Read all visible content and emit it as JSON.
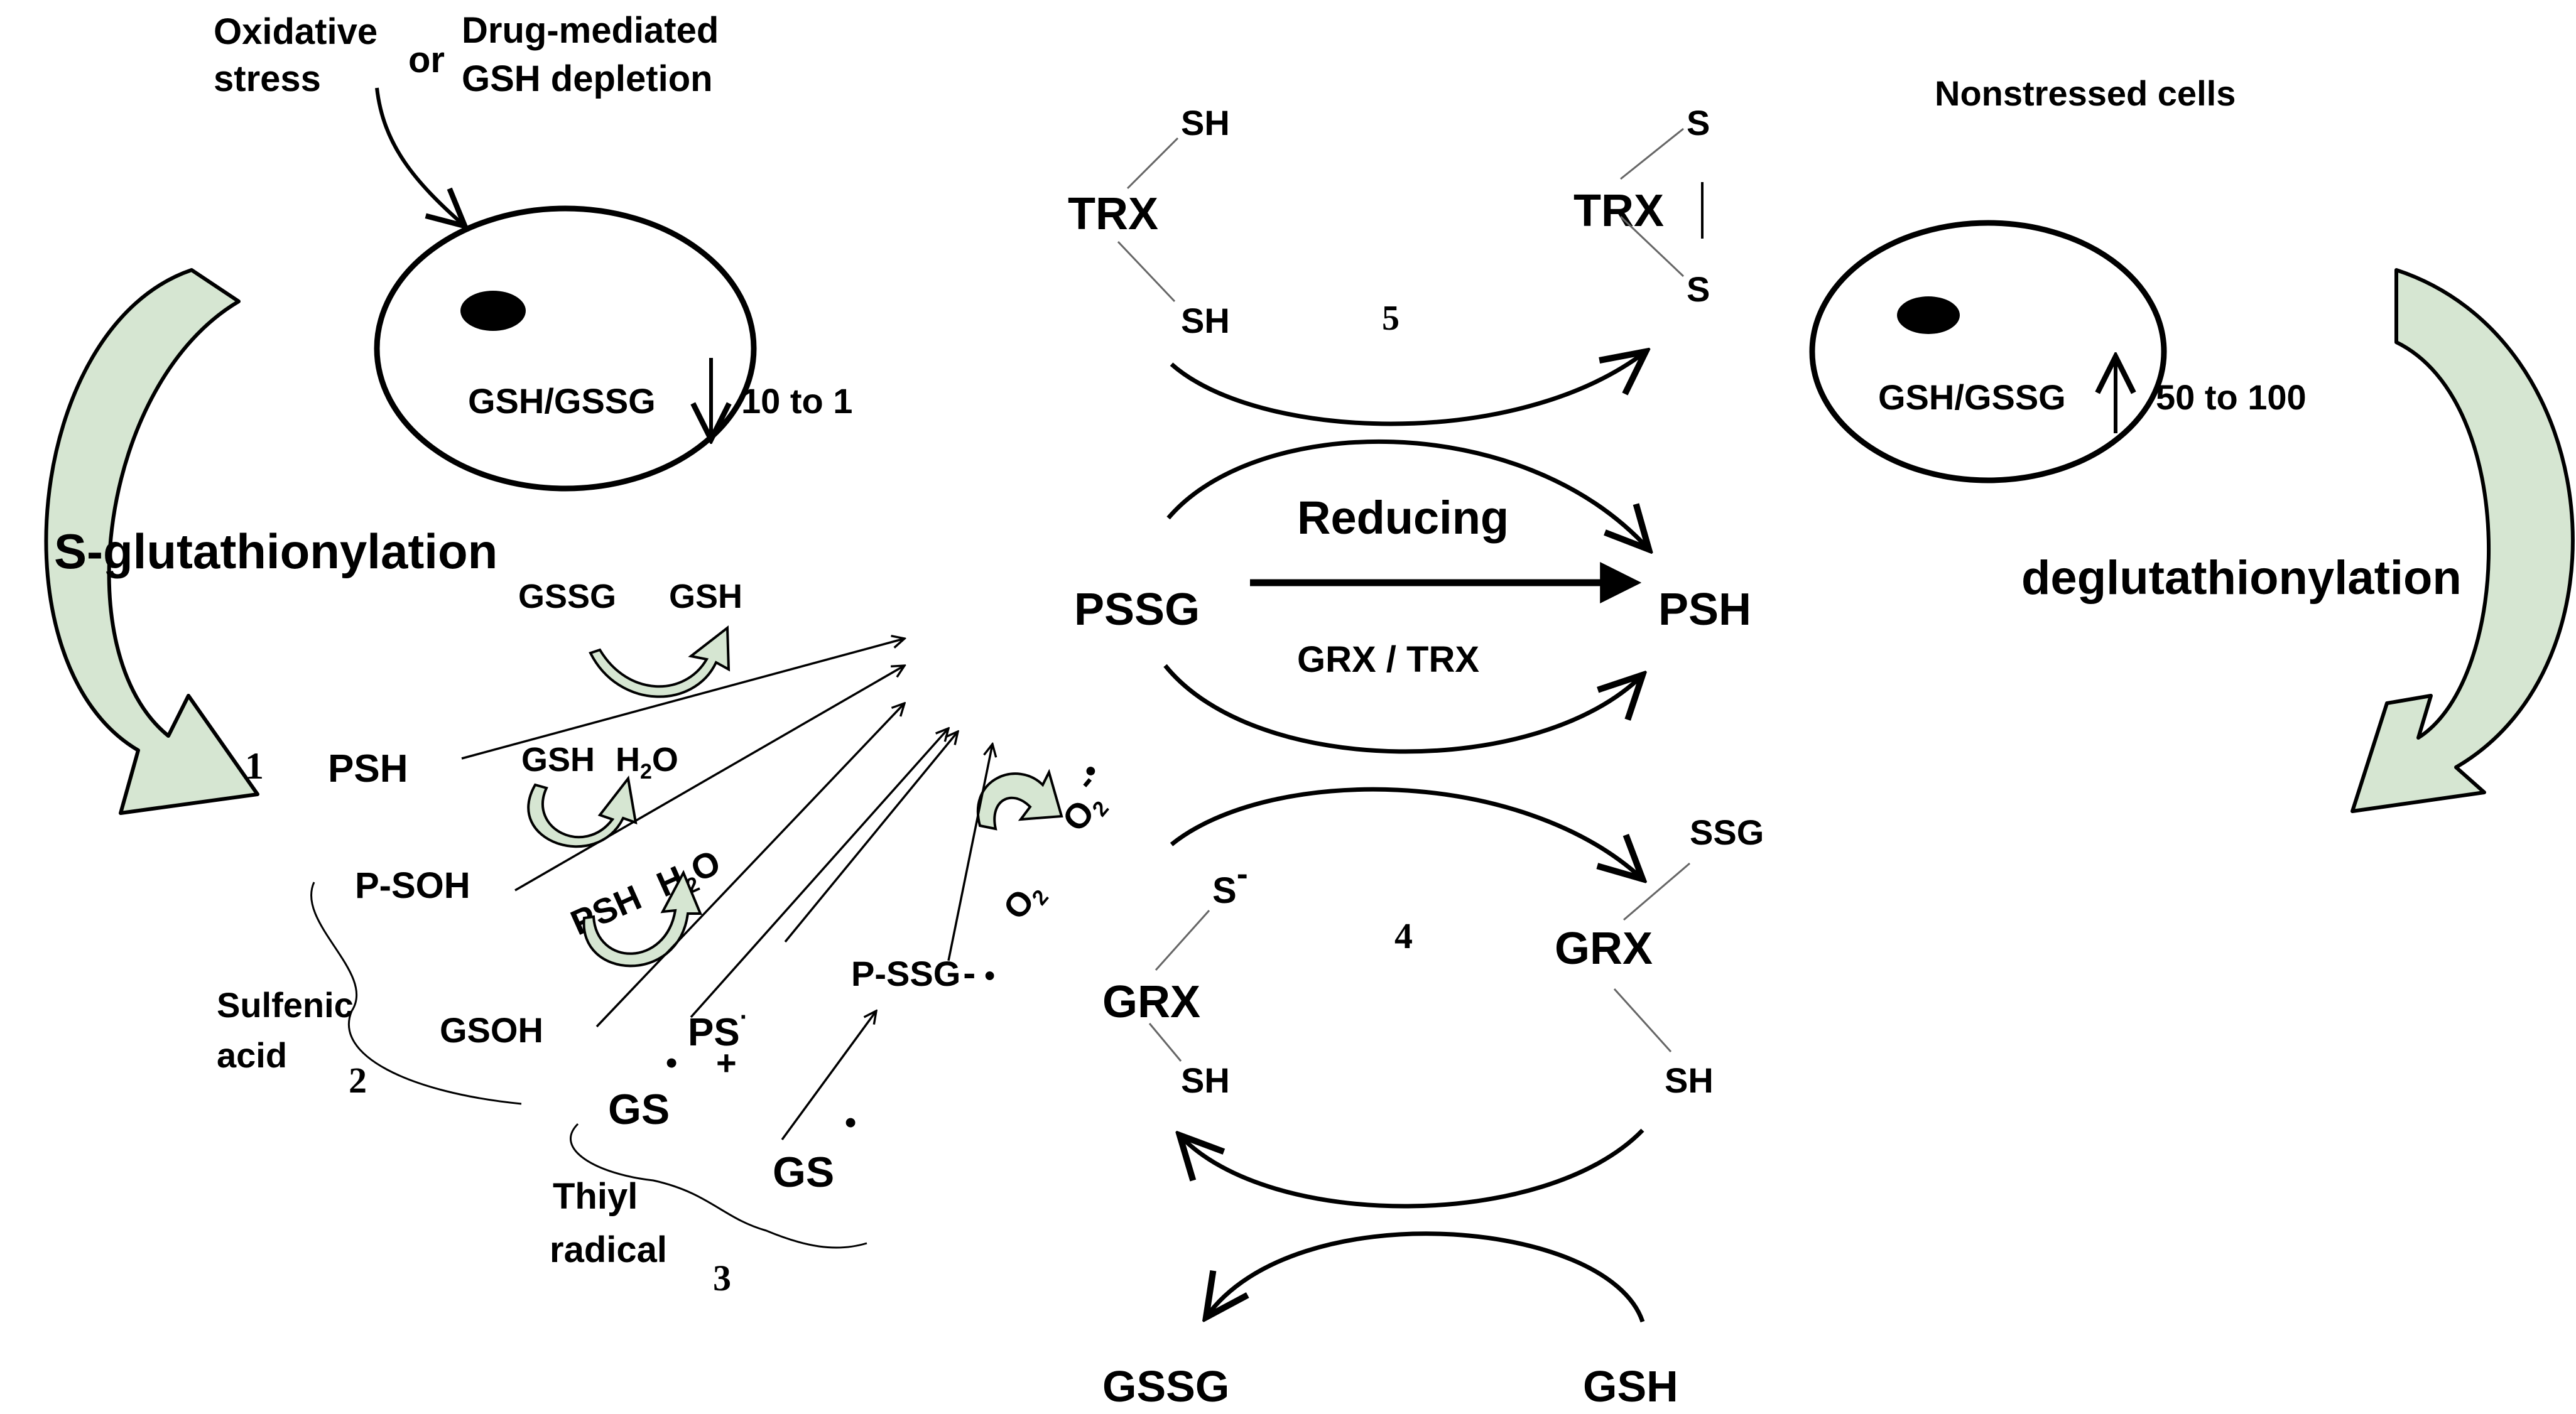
{
  "trigger": {
    "oxidative_line1": "Oxidative",
    "oxidative_line2": "stress",
    "or": "or",
    "drug_line1": "Drug-mediated",
    "drug_line2": "GSH depletion"
  },
  "stressed_cell": {
    "ratio_label": "GSH/GSSG",
    "ratio_value": "10 to 1"
  },
  "nonstressed_cell": {
    "title": "Nonstressed cells",
    "ratio_label": "GSH/GSSG",
    "ratio_value": "50 to 100"
  },
  "process_left": "S-glutathionylation",
  "process_right": "deglutathionylation",
  "pathway1": {
    "number": "1",
    "psh": "PSH",
    "gssg": "GSSG",
    "gsh": "GSH"
  },
  "pathway_sulfenic": {
    "psoh": "P-SOH",
    "gsh": "GSH",
    "h2o_h": "H",
    "h2o_sub": "2",
    "h2o_o": "O",
    "psh": "PSH",
    "h2o2_h": "H",
    "h2o2_sub": "2",
    "h2o2_o": "O",
    "gsoh": "GSOH",
    "label_line1": "Sulfenic",
    "label_line2": "acid",
    "number": "2"
  },
  "pathway_thiyl": {
    "ps": "PS",
    "ps_dot": "·",
    "plus": "+",
    "gs1": "GS",
    "gs1_dot": "•",
    "gs2": "GS",
    "gs2_dot": "•",
    "pssg": "P-SSG",
    "pssg_charge": "-",
    "pssg_dot": "•",
    "o2_a": "O",
    "o2_a_sub": "2",
    "o2_b": "O",
    "o2_b_sub": "2",
    "o2_b_charge": "-",
    "o2_b_dot": "•",
    "label_line1": "Thiyl",
    "label_line2": "radical",
    "number": "3"
  },
  "reduction": {
    "pssg": "PSSG",
    "psh": "PSH",
    "reducing": "Reducing",
    "enzymes": "GRX / TRX"
  },
  "trx_cycle": {
    "number": "5",
    "trx_reduced": "TRX",
    "trx_sh_top": "SH",
    "trx_sh_bottom": "SH",
    "trx_oxidized": "TRX",
    "trx_s_top": "S",
    "trx_s_bottom": "S"
  },
  "grx_cycle": {
    "number": "4",
    "grx_left": "GRX",
    "grx_left_s": "S",
    "grx_left_s_charge": "-",
    "grx_left_sh": "SH",
    "grx_right": "GRX",
    "grx_right_ssg": "SSG",
    "grx_right_sh": "SH",
    "gssg": "GSSG",
    "gsh": "GSH"
  }
}
